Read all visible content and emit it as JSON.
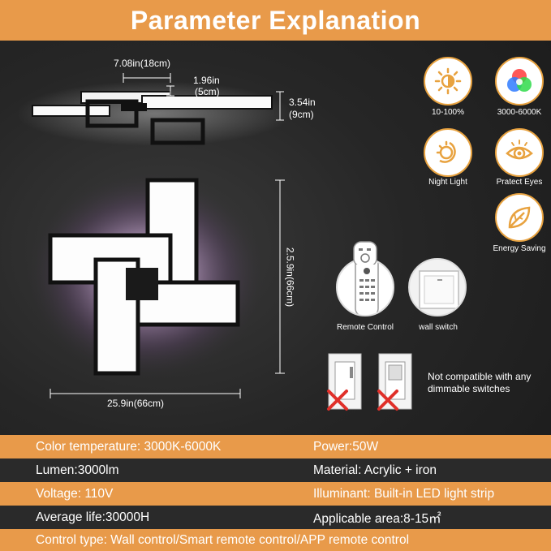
{
  "header": {
    "title": "Parameter Explanation"
  },
  "dimensions": {
    "width_top": "7.08in(18cm)",
    "depth_top_a": "1.96in",
    "depth_top_b": "(5cm)",
    "height_a": "3.54in",
    "height_b": "(9cm)",
    "length_vertical": "2.5.9in(66cm)",
    "length_horizontal": "25.9in(66cm)"
  },
  "features": [
    {
      "label": "10-100%",
      "icon": "brightness-icon"
    },
    {
      "label": "3000-6000K",
      "icon": "rgb-color-icon"
    },
    {
      "label": "Night Light",
      "icon": "night-light-icon"
    },
    {
      "label": "Pratect Eyes",
      "icon": "eye-icon"
    },
    {
      "label": "Energy Saving",
      "icon": "leaf-icon"
    }
  ],
  "controls": {
    "remote_label": "Remote Control",
    "switch_label": "wall switch",
    "incompatible_note": "Not compatible with any dimmable switches"
  },
  "specs": {
    "color_temperature": "Color temperature: 3000K-6000K",
    "power": "Power:50W",
    "lumen": "Lumen:3000lm",
    "material": "Material: Acrylic + iron",
    "voltage": "Voltage: 110V",
    "illuminant": "Illuminant: Built-in LED light strip",
    "average_life": "Average life:30000H",
    "applicable_area": "Applicable area:8-15㎡",
    "control_type": "Control type: Wall control/Smart remote control/APP remote control"
  },
  "colors": {
    "accent": "#e89a4a",
    "background": "#262626",
    "x_mark": "#e0302a"
  }
}
